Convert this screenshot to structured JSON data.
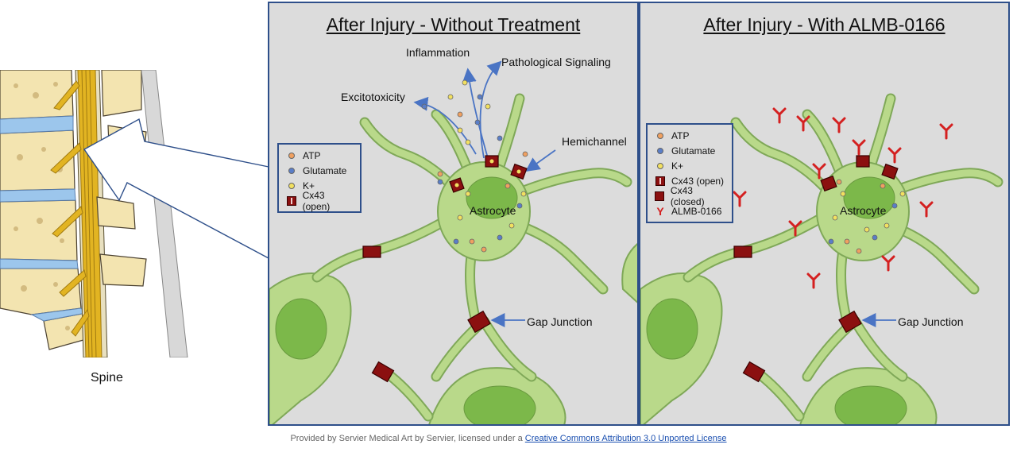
{
  "spine": {
    "label": "Spine"
  },
  "left_panel": {
    "title": "After Injury - Without Treatment",
    "labels": {
      "inflammation": "Inflammation",
      "pathological": "Pathological Signaling",
      "excitotoxicity": "Excitotoxicity",
      "hemichannel": "Hemichannel",
      "astrocyte": "Astrocyte",
      "gap_junction": "Gap Junction"
    },
    "legend": [
      {
        "label": "ATP",
        "icon": "orange-dot-icon"
      },
      {
        "label": "Glutamate",
        "icon": "blue-dot-icon"
      },
      {
        "label": "K+",
        "icon": "yellow-dot-icon"
      },
      {
        "label": "Cx43 (open)",
        "icon": "cx43-open-icon"
      }
    ]
  },
  "right_panel": {
    "title": "After Injury - With ALMB-0166",
    "labels": {
      "astrocyte": "Astrocyte",
      "gap_junction": "Gap Junction"
    },
    "legend": [
      {
        "label": "ATP",
        "icon": "orange-dot-icon"
      },
      {
        "label": "Glutamate",
        "icon": "blue-dot-icon"
      },
      {
        "label": "K+",
        "icon": "yellow-dot-icon"
      },
      {
        "label": "Cx43 (open)",
        "icon": "cx43-open-icon"
      },
      {
        "label": "Cx43 (closed)",
        "icon": "cx43-closed-icon"
      },
      {
        "label": "ALMB-0166",
        "icon": "antibody-icon"
      }
    ]
  },
  "footer": {
    "prefix": "Provided by Servier Medical Art by Servier, licensed under a ",
    "link": "Creative Commons Attribution 3.0 Unported License"
  },
  "colors": {
    "panel_border": "#2e4f8a",
    "panel_bg": "#dcdcdc",
    "cell_green": "#b9d98a",
    "cell_outline": "#7fa858",
    "nucleus": "#7cb84a",
    "cx43": "#8b1010",
    "antibody": "#d42020",
    "atp": "#f0a060",
    "glutamate": "#5a7ec8",
    "kplus": "#f2e060",
    "arrow": "#4a74c4"
  }
}
